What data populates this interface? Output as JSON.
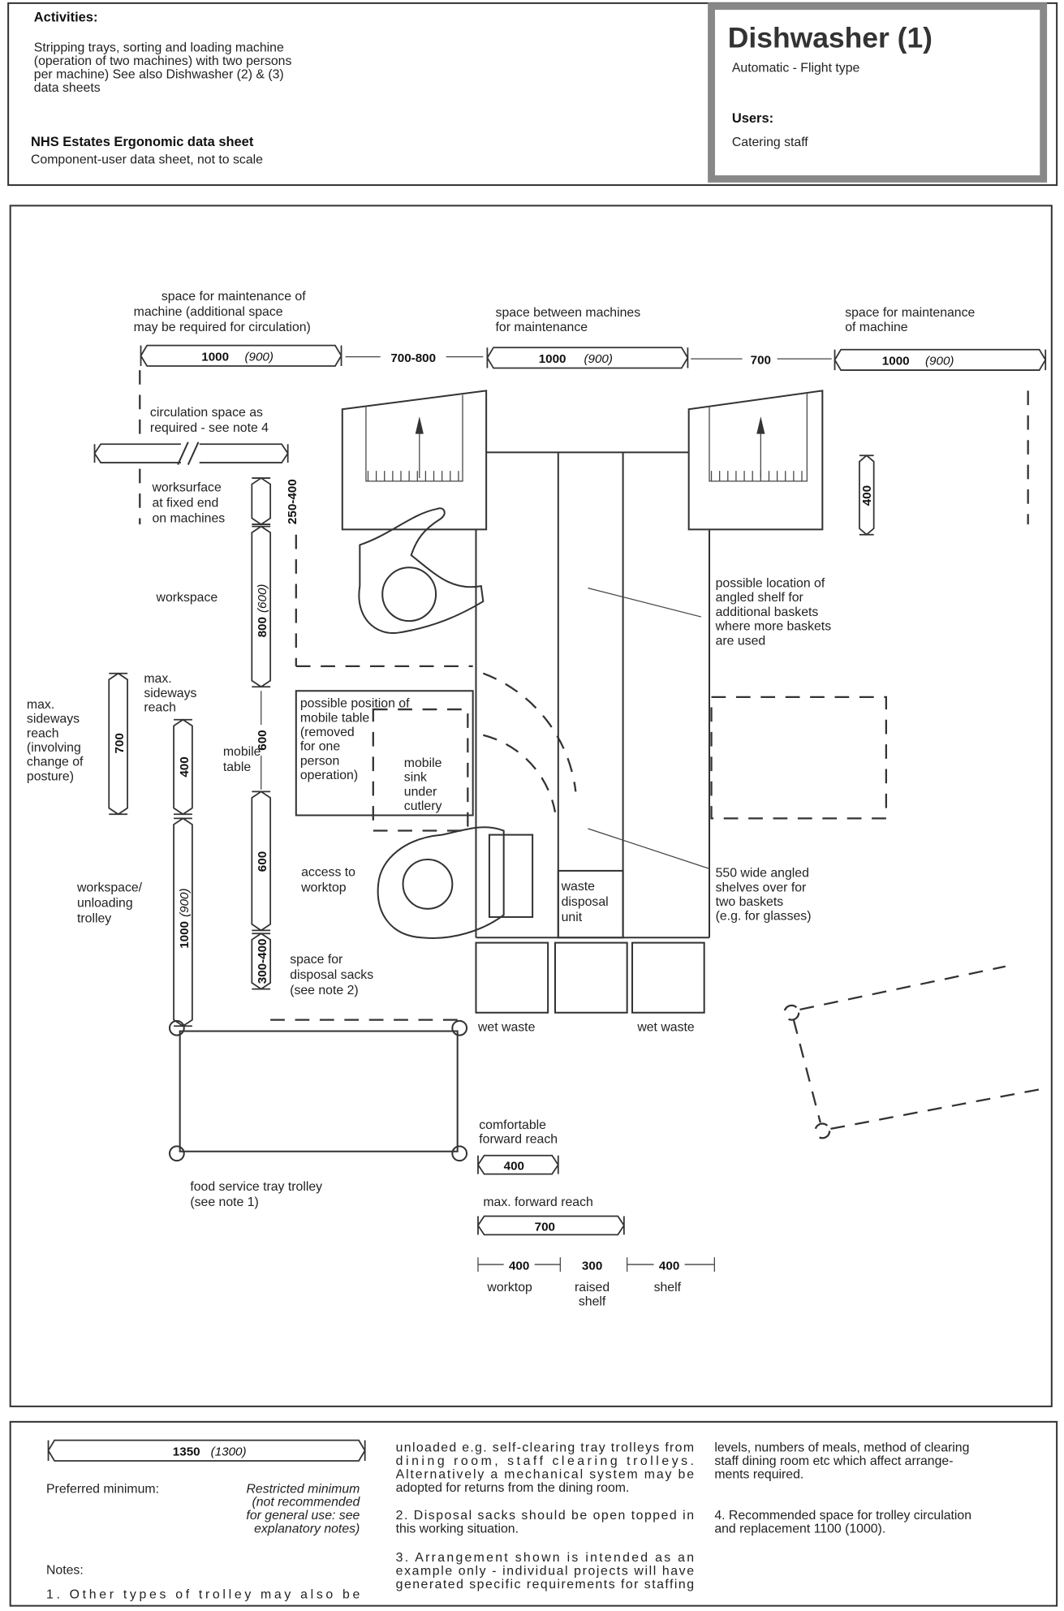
{
  "header": {
    "activities_title": "Activities:",
    "activities_lines": [
      "Stripping trays, sorting and loading machine",
      "(operation of two machines) with two persons",
      "per machine) See also Dishwasher (2) & (3)",
      "data sheets"
    ],
    "sheet_title": "NHS Estates Ergonomic data sheet",
    "sheet_subtitle": "Component-user data sheet, not to scale",
    "title": "Dishwasher (1)",
    "subtitle": "Automatic - Flight type",
    "users_label": "Users:",
    "users_value": "Catering staff"
  },
  "diagram": {
    "maint_left_label": [
      "space for maintenance of",
      "machine (additional space",
      "may be required for circulation)"
    ],
    "maint_left_dim": "1000",
    "maint_left_dim_alt": "(900)",
    "gap_left": "700-800",
    "between_label": [
      "space between machines",
      "for maintenance"
    ],
    "between_dim": "1000",
    "between_dim_alt": "(900)",
    "gap_right": "700",
    "maint_right_label": [
      "space for maintenance",
      "of machine"
    ],
    "maint_right_dim": "1000",
    "maint_right_dim_alt": "(900)",
    "circulation_label": [
      "circulation space as",
      "required - see note 4"
    ],
    "worksurface_label": [
      "worksurface",
      "at fixed end",
      "on machines"
    ],
    "worksurface_dim": "250-400",
    "workspace_label": "workspace",
    "workspace_dim": "800",
    "workspace_dim_alt": "(600)",
    "mobile_table_label": [
      "mobile",
      "table"
    ],
    "mobile_table_dim": "600",
    "access_label": [
      "access to",
      "worktop"
    ],
    "access_dim": "600",
    "sacks_label": [
      "space for",
      "disposal sacks",
      "(see note 2)"
    ],
    "sacks_dim": "300-400",
    "max_sideways_posture_label": [
      "max.",
      "sideways",
      "reach",
      "(involving",
      "change of",
      "posture)"
    ],
    "max_sideways_posture_dim": "700",
    "max_sideways_label": [
      "max.",
      "sideways",
      "reach"
    ],
    "max_sideways_dim": "400",
    "unloading_label": [
      "workspace/",
      "unloading",
      "trolley"
    ],
    "unloading_dim": "1000",
    "unloading_dim_alt": "(900)",
    "mobile_table_position_label": [
      "possible position of",
      "mobile table",
      "(removed",
      "for one",
      "person",
      "operation)"
    ],
    "mobile_sink_label": [
      "mobile",
      "sink",
      "under",
      "cutlery"
    ],
    "waste_disposal_label": [
      "waste",
      "disposal",
      "unit"
    ],
    "wet_waste_left": "wet waste",
    "wet_waste_right": "wet waste",
    "angled_shelf_label": [
      "possible location of",
      "angled shelf for",
      "additional baskets",
      "where more baskets",
      "are used"
    ],
    "shelves_label": [
      "550 wide angled",
      "shelves over for",
      "two baskets",
      "(e.g. for glasses)"
    ],
    "machine_depth_dim": "400",
    "trolley_label": [
      "food service tray trolley",
      "(see note 1)"
    ],
    "comfortable_reach_label": [
      "comfortable",
      "forward reach"
    ],
    "comfortable_reach_dim": "400",
    "max_forward_label": "max. forward reach",
    "max_forward_dim": "700",
    "worktop_dim": "400",
    "worktop_label": "worktop",
    "raised_shelf_dim": "300",
    "raised_shelf_label": [
      "raised",
      "shelf"
    ],
    "shelf_dim": "400",
    "shelf_label": "shelf"
  },
  "notes": {
    "legend_dim": "1350",
    "legend_dim_alt": "(1300)",
    "preferred": "Preferred minimum:",
    "restricted": [
      "Restricted minimum",
      "(not recommended",
      "for general use: see",
      "explanatory notes)"
    ],
    "notes_title": "Notes:",
    "note1_start": "1. Other types of trolley may also be",
    "col2": [
      "unloaded e.g. self-clearing tray trolleys from",
      "dining room, staff clearing trolleys.",
      "Alternatively a mechanical system may be",
      "adopted for returns from the dining room."
    ],
    "note2": [
      "2. Disposal sacks should be open topped in",
      "this working situation."
    ],
    "note3": [
      "3. Arrangement shown is intended as an",
      "example only - individual projects will have",
      "generated specific requirements for staffing"
    ],
    "col3": [
      "levels, numbers of meals, method of clearing",
      "staff dining room etc which affect arrange-",
      "ments required."
    ],
    "note4": [
      "4. Recommended space for trolley circulation",
      "and replacement 1100 (1000)."
    ]
  }
}
